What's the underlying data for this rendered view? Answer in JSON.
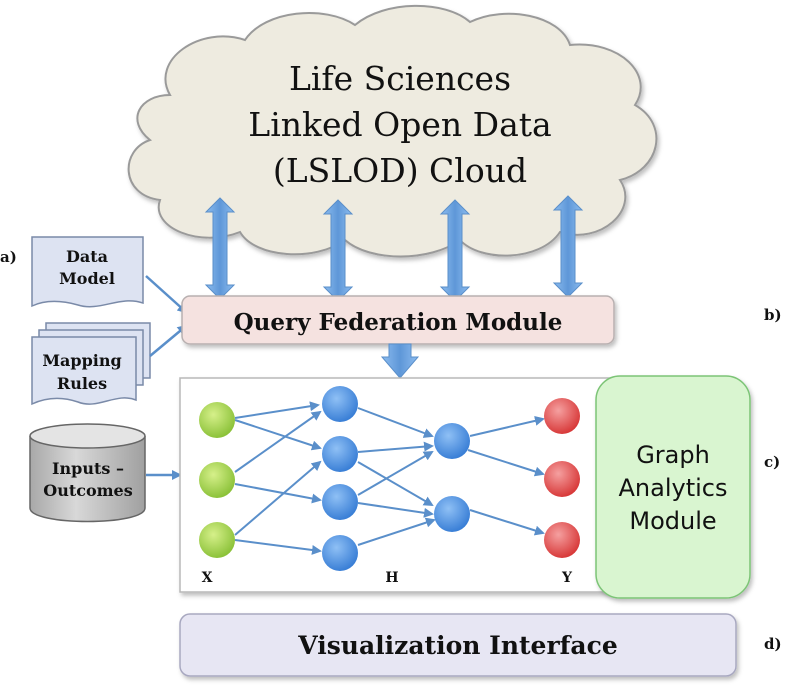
{
  "cloud": {
    "line1": "Life Sciences",
    "line2": "Linked Open Data",
    "line3": "(LSLOD) Cloud"
  },
  "labels": {
    "a": "a)",
    "b": "b)",
    "c": "c)",
    "d": "d)"
  },
  "data_model": {
    "line1": "Data",
    "line2": "Model"
  },
  "mapping_rules": {
    "line1": "Mapping",
    "line2": "Rules"
  },
  "inputs_outcomes": {
    "line1": "Inputs –",
    "line2": "Outcomes"
  },
  "query_federation": {
    "label": "Query Federation Module"
  },
  "graph_analytics": {
    "line1": "Graph",
    "line2": "Analytics",
    "line3": "Module"
  },
  "network": {
    "x_label": "X",
    "h_label": "H",
    "y_label": "Y"
  },
  "visualization": {
    "label": "Visualization Interface"
  },
  "colors": {
    "cloud_fill": "#eeebe0",
    "query_fill": "#f5e2e0",
    "graph_fill": "#d9f5d0",
    "graph_stroke": "#7cc476",
    "viz_fill": "#e7e6f3",
    "arrow_blue": "#6a9fd8",
    "node_green": "#9ed046",
    "node_blue": "#4a8ee0",
    "node_red": "#e04848",
    "cylinder_fill": "#c8c8c8",
    "doc_fill": "#dde3f2"
  }
}
